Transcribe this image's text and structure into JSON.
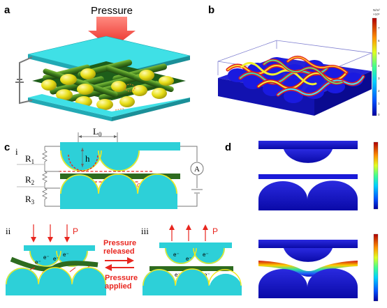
{
  "panels": {
    "a": "a",
    "b": "b",
    "c": "c",
    "d": "d",
    "i": "i",
    "ii": "ii",
    "iii": "iii"
  },
  "panel_a": {
    "pressure_label": "Pressure"
  },
  "panel_b": {
    "colorbar_unit": "N/m²",
    "colorbar_exp": "×10⁶",
    "ticks": [
      "7",
      "6",
      "5",
      "4",
      "3",
      "2",
      "1",
      "0"
    ]
  },
  "panel_c": {
    "L0_main": "L",
    "L0_sub": "0",
    "h": "h",
    "R1_main": "R",
    "R1_sub": "1",
    "R2_main": "R",
    "R2_sub": "2",
    "R3_main": "R",
    "R3_sub": "3",
    "contact_label": "Contact R",
    "ammeter": "A",
    "P_left": "P",
    "P_right": "P",
    "released_line1": "Pressure",
    "released_line2": "released",
    "applied_line1": "Pressure",
    "applied_line2": "applied",
    "electron": "e⁻"
  },
  "colors": {
    "cyan": "#2dd0d8",
    "dark_green": "#2e6b1f",
    "yellow": "#f3ea1c",
    "red": "#e8261f",
    "fem_blue": "#1414c8"
  }
}
